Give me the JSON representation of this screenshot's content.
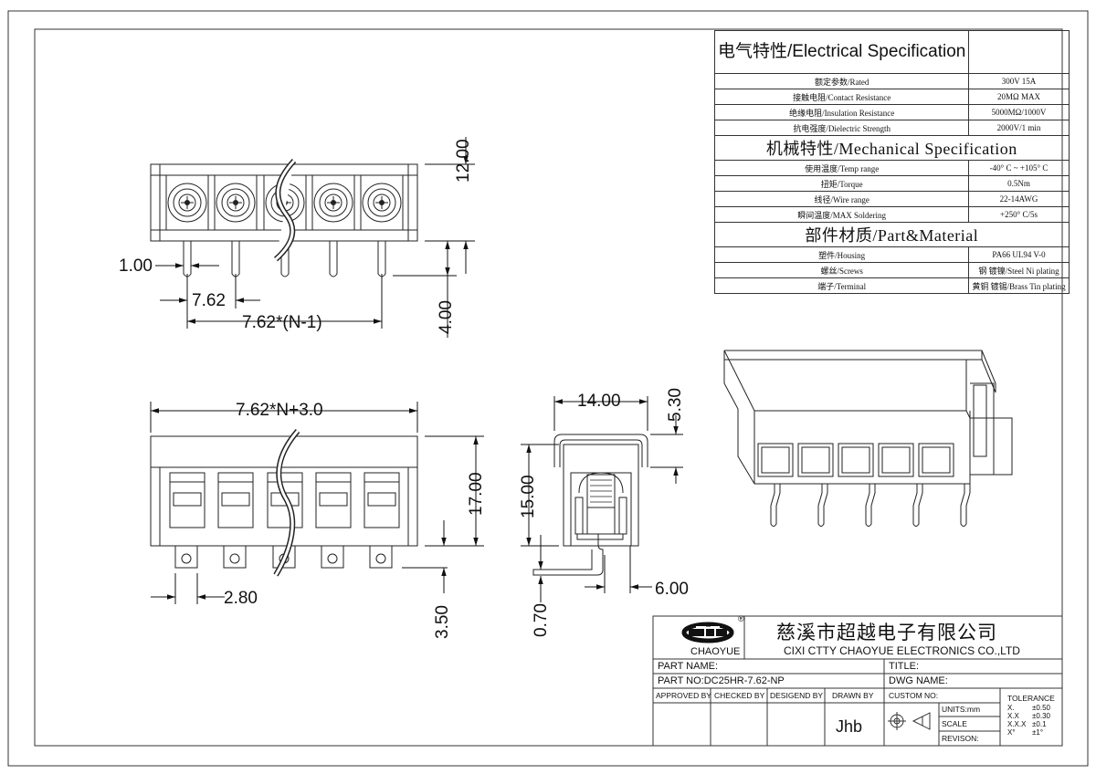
{
  "spec_table": {
    "electrical_title": "电气特性/Electrical Specification",
    "rows_electrical": [
      {
        "label": "额定参数/Rated",
        "value": "300V  15A"
      },
      {
        "label": "接触电阻/Contact Resistance",
        "value": "20MΩ MAX"
      },
      {
        "label": "绝缘电阻/Insulation Resistance",
        "value": "5000MΩ/1000V"
      },
      {
        "label": "抗电强度/Dielectric Strength",
        "value": "2000V/1 min"
      }
    ],
    "mechanical_title": "机械特性/Mechanical Specification",
    "rows_mechanical": [
      {
        "label": "使用温度/Temp range",
        "value": "-40° C ~ +105° C"
      },
      {
        "label": "扭矩/Torque",
        "value": "0.5Nm"
      },
      {
        "label": "线径/Wire range",
        "value": "22-14AWG"
      },
      {
        "label": "瞬间温度/MAX Soldering",
        "value": "+250° C/5s"
      }
    ],
    "material_title": "部件材质/Part&Material",
    "rows_material": [
      {
        "label": "塑件/Housing",
        "value": "PA66 UL94 V-0"
      },
      {
        "label": "螺丝/Screws",
        "value": "钢 镀镍/Steel Ni plating"
      },
      {
        "label": "端子/Terminal",
        "value": "黄铜 镀锡/Brass Tin  plating"
      }
    ]
  },
  "dimensions": {
    "top_height": "12.00",
    "pin_width": "1.00",
    "pitch": "7.62",
    "pitch_total": "7.62*(N-1)",
    "pin_length": "4.00",
    "overall_length": "7.62*N+3.0",
    "front_height": "17.00",
    "tab_width": "2.80",
    "tab_height": "3.50",
    "side_width": "14.00",
    "side_top": "5.30",
    "side_height": "15.00",
    "lead_offset": "6.00",
    "lead_thickness": "0.70"
  },
  "title_block": {
    "logo_text": "CHAOYUE",
    "logo_mark": "®",
    "company_cn": "慈溪市超越电子有限公司",
    "company_en": "CIXI CTTY CHAOYUE ELECTRONICS CO.,LTD",
    "part_name_label": "PART NAME:",
    "title_label": "TITLE:",
    "part_no_label": "PART NO:DC25HR-7.62-NP",
    "dwg_name_label": "DWG NAME:",
    "approved_by": "APPROVED BY",
    "checked_by": "CHECKED BY",
    "designed_by": "DESIGEND BY",
    "drawn_by": "DRAWN BY",
    "drawn_by_value": "Jhb",
    "custom_no": "CUSTOM NO:",
    "units": "UNITS:mm",
    "scale": "SCALE",
    "revison": "REVISON:",
    "tolerance_title": "TOLERANCE",
    "tolerances": [
      {
        "k": "X.",
        "v": "±0.50"
      },
      {
        "k": "X.X",
        "v": "±0.30"
      },
      {
        "k": "X.X.X",
        "v": "±0.1"
      },
      {
        "k": "X°",
        "v": "±1°"
      }
    ]
  }
}
